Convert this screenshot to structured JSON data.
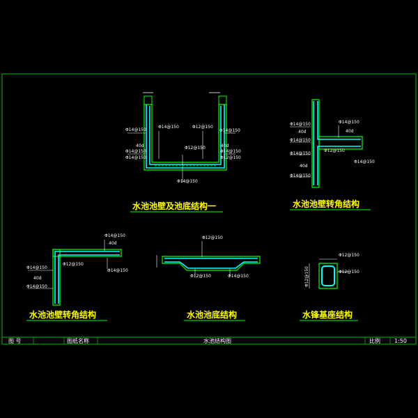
{
  "colors": {
    "background": "#000000",
    "frame": "#00c000",
    "structure": "#00ff00",
    "rebar": "#00ffff",
    "dimension": "#ffffff",
    "caption": "#ffff00",
    "caption_underline": "#00ff00"
  },
  "details": [
    {
      "caption": "水池池壁及池底结构一",
      "labels": [
        "Φ14@150",
        "Φ14@150",
        "Φ14@150",
        "Φ14@150",
        "40d",
        "40d",
        "Φ14@150",
        "Φ14@150",
        "Φ12@150",
        "Φ12@150",
        "Φ14@150",
        "Φ12@150"
      ]
    },
    {
      "caption": "水池池壁转角结构",
      "labels": [
        "Φ14@150",
        "40d",
        "Φ14@150",
        "Φ14@150",
        "Φ12@150",
        "40d",
        "Φ14@150",
        "Φ14@150",
        "40d",
        "Φ14@150"
      ]
    },
    {
      "caption": "水池池壁转角结构",
      "labels": [
        "Φ14@150",
        "40d",
        "Φ14@150",
        "Φ12@150",
        "Φ14@150",
        "40d",
        "Φ14@150"
      ]
    },
    {
      "caption": "水池池底结构",
      "labels": [
        "Φ12@150",
        "Φ12@150",
        "Φ14@150"
      ]
    },
    {
      "caption": "水锋基座结构",
      "labels": [
        "Φ12@150",
        "Φ12@150",
        "Φ12@150"
      ]
    }
  ],
  "title_block": {
    "drawing_no_label": "图 号",
    "drawing_name_label": "图纸名称",
    "drawing_name": "水池结构图",
    "scale_label": "比例",
    "scale": "1:50"
  }
}
